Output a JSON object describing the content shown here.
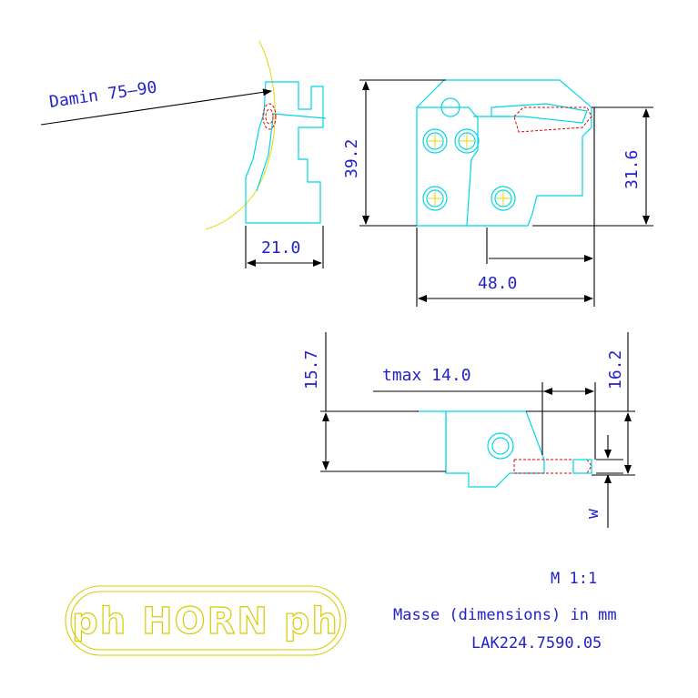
{
  "drawing": {
    "side_view": {
      "label_diameter": "Damin 75–90",
      "dim_width": "21.0"
    },
    "front_view": {
      "dim_height": "39.2",
      "dim_height_right": "31.6",
      "dim_length": "48.0"
    },
    "top_view": {
      "dim_left": "15.7",
      "dim_right": "16.2",
      "label_tmax": "tmax 14.0",
      "label_w": "w"
    },
    "notes": {
      "scale": "M 1:1",
      "units": "Masse (dimensions) in mm",
      "part_number": "LAK224.7590.05"
    },
    "logo": {
      "text": "ph HORN ph"
    },
    "colors": {
      "outline": "#00d6e6",
      "dimension": "#000000",
      "text": "#2222cc",
      "insert": "#e00000",
      "centerline": "#e8d800",
      "logo": "#d8cc00"
    }
  }
}
